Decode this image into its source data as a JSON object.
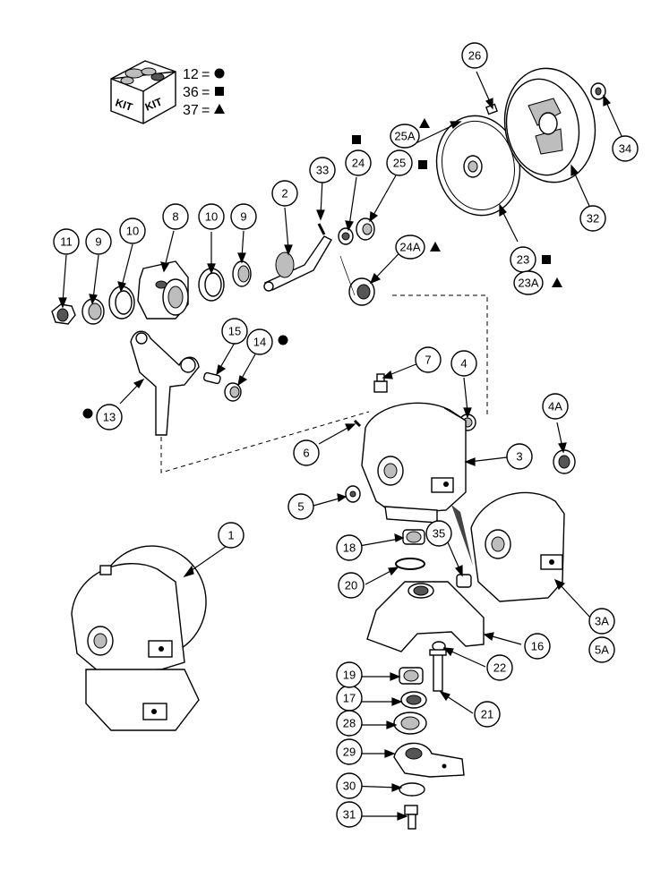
{
  "kit_box": {
    "left_label": "KIT",
    "right_label": "KIT"
  },
  "legend": [
    {
      "number": "12",
      "eq": "=",
      "symbol": "circle"
    },
    {
      "number": "36",
      "eq": "=",
      "symbol": "square"
    },
    {
      "number": "37",
      "eq": "=",
      "symbol": "triangle"
    }
  ],
  "callouts": [
    {
      "id": "c1",
      "label": "1"
    },
    {
      "id": "c2",
      "label": "2"
    },
    {
      "id": "c3",
      "label": "3"
    },
    {
      "id": "c3A",
      "label": "3A"
    },
    {
      "id": "c4",
      "label": "4"
    },
    {
      "id": "c4A",
      "label": "4A"
    },
    {
      "id": "c5",
      "label": "5"
    },
    {
      "id": "c5A",
      "label": "5A"
    },
    {
      "id": "c6",
      "label": "6"
    },
    {
      "id": "c7",
      "label": "7"
    },
    {
      "id": "c8",
      "label": "8"
    },
    {
      "id": "c9a",
      "label": "9"
    },
    {
      "id": "c9b",
      "label": "9"
    },
    {
      "id": "c10a",
      "label": "10"
    },
    {
      "id": "c10b",
      "label": "10"
    },
    {
      "id": "c11",
      "label": "11"
    },
    {
      "id": "c13",
      "label": "13",
      "symbol": "circle"
    },
    {
      "id": "c14",
      "label": "14",
      "symbol": "circle"
    },
    {
      "id": "c15",
      "label": "15"
    },
    {
      "id": "c16",
      "label": "16"
    },
    {
      "id": "c17",
      "label": "17"
    },
    {
      "id": "c18",
      "label": "18"
    },
    {
      "id": "c19",
      "label": "19"
    },
    {
      "id": "c20",
      "label": "20"
    },
    {
      "id": "c21",
      "label": "21"
    },
    {
      "id": "c22",
      "label": "22"
    },
    {
      "id": "c23",
      "label": "23",
      "symbol": "square"
    },
    {
      "id": "c23A",
      "label": "23A",
      "symbol": "triangle"
    },
    {
      "id": "c24",
      "label": "24",
      "symbol": "square"
    },
    {
      "id": "c24A",
      "label": "24A",
      "symbol": "triangle"
    },
    {
      "id": "c25",
      "label": "25",
      "symbol": "square"
    },
    {
      "id": "c25A",
      "label": "25A",
      "symbol": "triangle"
    },
    {
      "id": "c26",
      "label": "26"
    },
    {
      "id": "c28",
      "label": "28"
    },
    {
      "id": "c29",
      "label": "29"
    },
    {
      "id": "c30",
      "label": "30"
    },
    {
      "id": "c31",
      "label": "31"
    },
    {
      "id": "c32",
      "label": "32"
    },
    {
      "id": "c33",
      "label": "33"
    },
    {
      "id": "c34",
      "label": "34"
    },
    {
      "id": "c35",
      "label": "35"
    }
  ]
}
